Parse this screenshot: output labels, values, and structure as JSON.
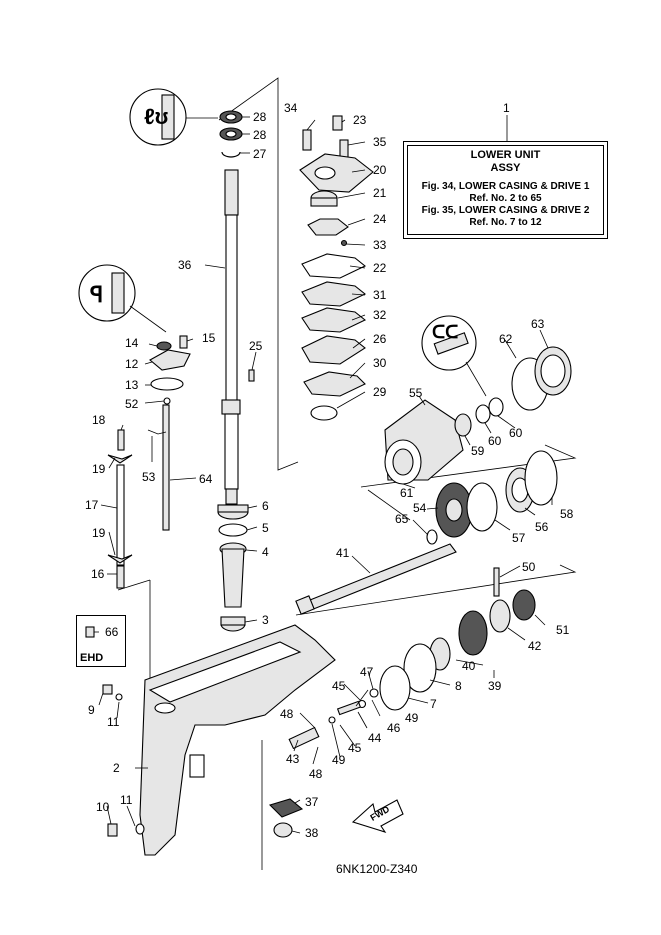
{
  "note": {
    "title_line1": "LOWER  UNIT",
    "title_line2": "ASSY",
    "ref1": "Fig. 34, LOWER CASING & DRIVE 1",
    "ref1_range": "Ref. No. 2 to 65",
    "ref2": "Fig. 35, LOWER CASING & DRIVE 2",
    "ref2_range": "Ref. No. 7 to 12"
  },
  "ehd_label": "EHD",
  "fwd_label": "FWD",
  "diagram_code": "6NK1200-Z340",
  "callouts": [
    {
      "id": "c1",
      "text": "1"
    },
    {
      "id": "c2",
      "text": "2"
    },
    {
      "id": "c3",
      "text": "3"
    },
    {
      "id": "c4",
      "text": "4"
    },
    {
      "id": "c5",
      "text": "5"
    },
    {
      "id": "c6",
      "text": "6"
    },
    {
      "id": "c7",
      "text": "7"
    },
    {
      "id": "c8",
      "text": "8"
    },
    {
      "id": "c9",
      "text": "9"
    },
    {
      "id": "c10",
      "text": "10"
    },
    {
      "id": "c11a",
      "text": "11"
    },
    {
      "id": "c11b",
      "text": "11"
    },
    {
      "id": "c12",
      "text": "12"
    },
    {
      "id": "c13",
      "text": "13"
    },
    {
      "id": "c14",
      "text": "14"
    },
    {
      "id": "c15",
      "text": "15"
    },
    {
      "id": "c16",
      "text": "16"
    },
    {
      "id": "c17",
      "text": "17"
    },
    {
      "id": "c18",
      "text": "18"
    },
    {
      "id": "c19a",
      "text": "19"
    },
    {
      "id": "c19b",
      "text": "19"
    },
    {
      "id": "c20",
      "text": "20"
    },
    {
      "id": "c21",
      "text": "21"
    },
    {
      "id": "c22",
      "text": "22"
    },
    {
      "id": "c23",
      "text": "23"
    },
    {
      "id": "c24",
      "text": "24"
    },
    {
      "id": "c25",
      "text": "25"
    },
    {
      "id": "c26",
      "text": "26"
    },
    {
      "id": "c27",
      "text": "27"
    },
    {
      "id": "c28a",
      "text": "28"
    },
    {
      "id": "c28b",
      "text": "28"
    },
    {
      "id": "c29",
      "text": "29"
    },
    {
      "id": "c30",
      "text": "30"
    },
    {
      "id": "c31",
      "text": "31"
    },
    {
      "id": "c32",
      "text": "32"
    },
    {
      "id": "c33",
      "text": "33"
    },
    {
      "id": "c34",
      "text": "34"
    },
    {
      "id": "c35",
      "text": "35"
    },
    {
      "id": "c36",
      "text": "36"
    },
    {
      "id": "c37",
      "text": "37"
    },
    {
      "id": "c38",
      "text": "38"
    },
    {
      "id": "c39",
      "text": "39"
    },
    {
      "id": "c40",
      "text": "40"
    },
    {
      "id": "c41",
      "text": "41"
    },
    {
      "id": "c42",
      "text": "42"
    },
    {
      "id": "c43",
      "text": "43"
    },
    {
      "id": "c44",
      "text": "44"
    },
    {
      "id": "c45a",
      "text": "45"
    },
    {
      "id": "c45b",
      "text": "45"
    },
    {
      "id": "c46",
      "text": "46"
    },
    {
      "id": "c47",
      "text": "47"
    },
    {
      "id": "c48a",
      "text": "48"
    },
    {
      "id": "c48b",
      "text": "48"
    },
    {
      "id": "c49a",
      "text": "49"
    },
    {
      "id": "c49b",
      "text": "49"
    },
    {
      "id": "c50",
      "text": "50"
    },
    {
      "id": "c51",
      "text": "51"
    },
    {
      "id": "c52",
      "text": "52"
    },
    {
      "id": "c53",
      "text": "53"
    },
    {
      "id": "c54",
      "text": "54"
    },
    {
      "id": "c55",
      "text": "55"
    },
    {
      "id": "c56",
      "text": "56"
    },
    {
      "id": "c57",
      "text": "57"
    },
    {
      "id": "c58",
      "text": "58"
    },
    {
      "id": "c59",
      "text": "59"
    },
    {
      "id": "c60a",
      "text": "60"
    },
    {
      "id": "c60b",
      "text": "60"
    },
    {
      "id": "c61",
      "text": "61"
    },
    {
      "id": "c62",
      "text": "62"
    },
    {
      "id": "c63",
      "text": "63"
    },
    {
      "id": "c64",
      "text": "64"
    },
    {
      "id": "c65",
      "text": "65"
    },
    {
      "id": "c66",
      "text": "66"
    }
  ]
}
